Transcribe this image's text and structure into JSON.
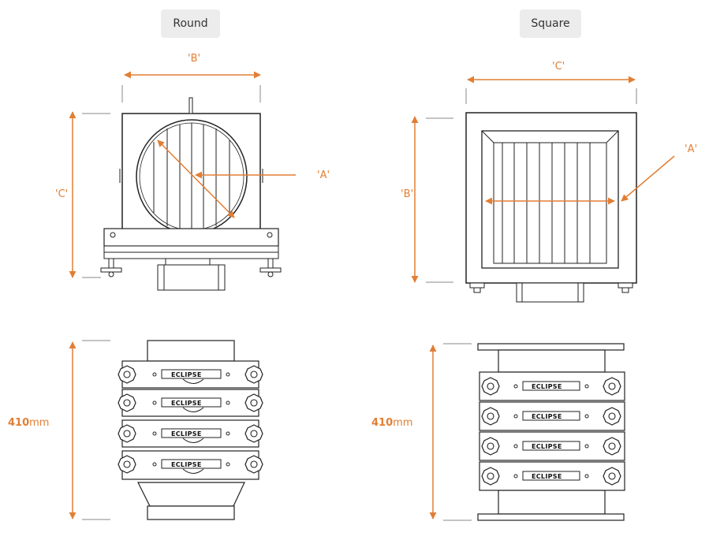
{
  "tabs": {
    "round": "Round",
    "square": "Square"
  },
  "round": {
    "dim_a": "'A'",
    "dim_b": "'B'",
    "dim_c": "'C'",
    "height": "410",
    "height_unit": "mm"
  },
  "square": {
    "dim_a": "'A'",
    "dim_b": "'B'",
    "dim_c": "'C'",
    "height": "410",
    "height_unit": "mm"
  },
  "brand": "ECLIPSE",
  "colors": {
    "dimension": "#e27e34",
    "line": "#222222",
    "tab_bg": "#ececec"
  }
}
